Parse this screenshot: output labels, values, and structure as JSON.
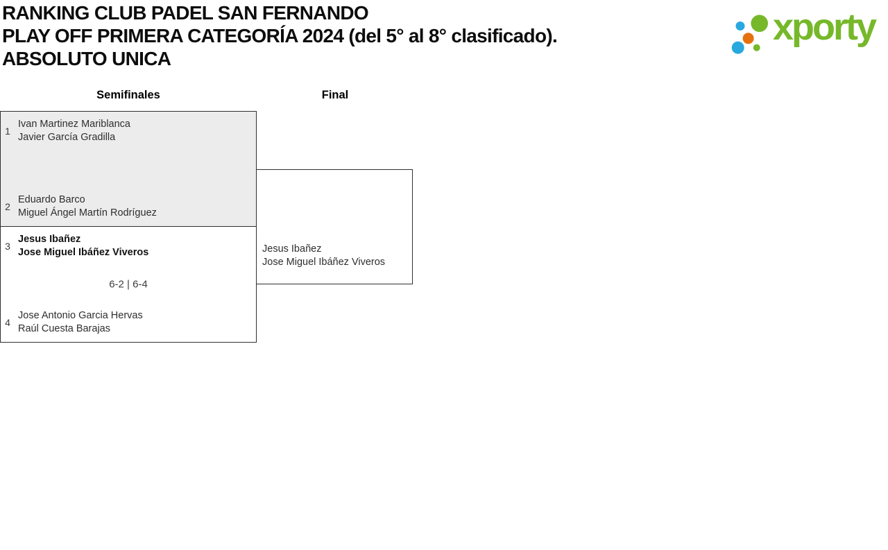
{
  "colors": {
    "logo_green": "#76b82a",
    "logo_blue": "#29a8e0",
    "logo_orange": "#e4710e",
    "match_bg_gray": "#ececec",
    "border_dark": "#2f2f2f"
  },
  "header": {
    "title_lines": [
      "RANKING CLUB PADEL SAN FERNANDO",
      "PLAY OFF PRIMERA CATEGORÍA 2024 (del 5° al 8° clasificado).",
      "ABSOLUTO UNICA"
    ],
    "logo_text": "xporty"
  },
  "bracket": {
    "round_headers": [
      "Semifinales",
      "Final"
    ],
    "semifinal_1": {
      "team_a": {
        "seed": "1",
        "players": [
          "Ivan Martinez Mariblanca",
          "Javier García Gradilla"
        ]
      },
      "team_b": {
        "seed": "2",
        "players": [
          "Eduardo Barco",
          "Miguel Ángel Martín Rodríguez"
        ]
      },
      "score": ""
    },
    "semifinal_2": {
      "team_a": {
        "seed": "3",
        "players": [
          "Jesus Ibañez",
          "Jose Miguel Ibáñez Viveros"
        ],
        "winner": true
      },
      "team_b": {
        "seed": "4",
        "players": [
          "Jose Antonio Garcia Hervas",
          "Raúl Cuesta Barajas"
        ]
      },
      "score": "6-2 | 6-4"
    },
    "final": {
      "winner": {
        "players": [
          "Jesus Ibañez",
          "Jose Miguel Ibáñez Viveros"
        ]
      }
    }
  }
}
